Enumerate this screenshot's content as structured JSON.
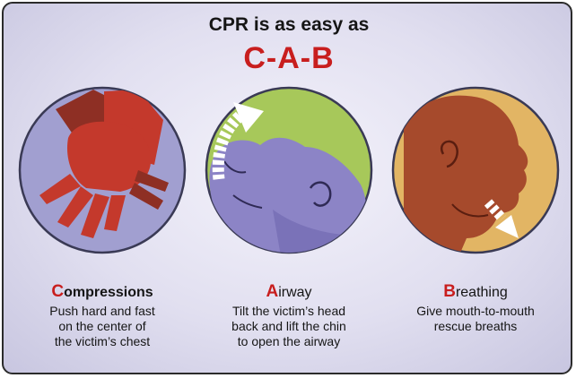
{
  "heading": {
    "title": "CPR is as easy as",
    "acronym": "C-A-B"
  },
  "colors": {
    "accent_red": "#c81e1e",
    "compressions_circle": "#a19fd0",
    "hand_red": "#c4392c",
    "airway_circle": "#a7c85a",
    "airway_head": "#8c84c6",
    "breathing_circle": "#e2b564",
    "breathing_head": "#a64a2c"
  },
  "steps": [
    {
      "initial": "C",
      "rest": "ompressions",
      "description": [
        "Push hard and fast",
        "on the center of",
        "the victim’s chest"
      ],
      "icon": "hands-compression-icon"
    },
    {
      "initial": "A",
      "rest": "irway",
      "description": [
        "Tilt the victim’s head",
        "back and lift the chin",
        "to open the airway"
      ],
      "icon": "head-tilt-icon"
    },
    {
      "initial": "B",
      "rest": "reathing",
      "description": [
        "Give mouth-to-mouth",
        "rescue breaths"
      ],
      "icon": "rescue-breath-icon"
    }
  ]
}
